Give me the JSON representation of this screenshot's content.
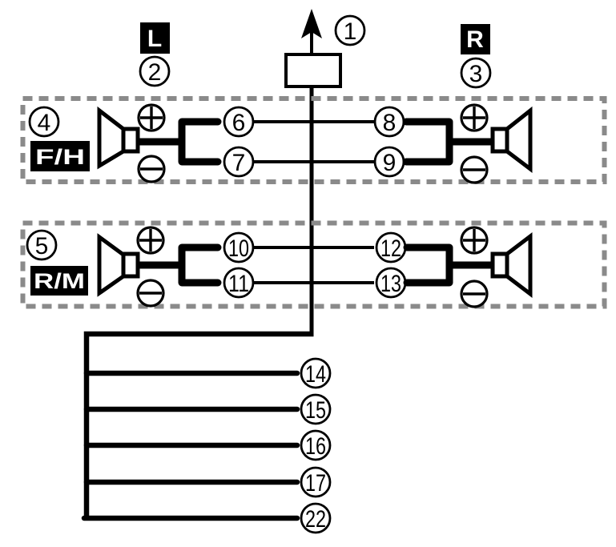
{
  "diagram": {
    "background": "#ffffff",
    "line_color": "#000000",
    "dash_color": "#8a8a8a",
    "antenna_lead": {
      "ref": "1"
    },
    "left_channel": {
      "badge": "L",
      "ref": "2"
    },
    "right_channel": {
      "badge": "R",
      "ref": "3"
    },
    "front_high_group": {
      "ref": "4",
      "label": "F/H",
      "polarity_plus": "+",
      "polarity_minus": "−",
      "left_speaker_wires": [
        "6",
        "7"
      ],
      "right_speaker_wires": [
        "8",
        "9"
      ]
    },
    "rear_mid_group": {
      "ref": "5",
      "label": "R/M",
      "polarity_plus": "+",
      "polarity_minus": "−",
      "left_speaker_wires": [
        "10",
        "11"
      ],
      "right_speaker_wires": [
        "12",
        "13"
      ]
    },
    "bottom_leads": [
      "14",
      "15",
      "16",
      "17",
      "22"
    ]
  }
}
